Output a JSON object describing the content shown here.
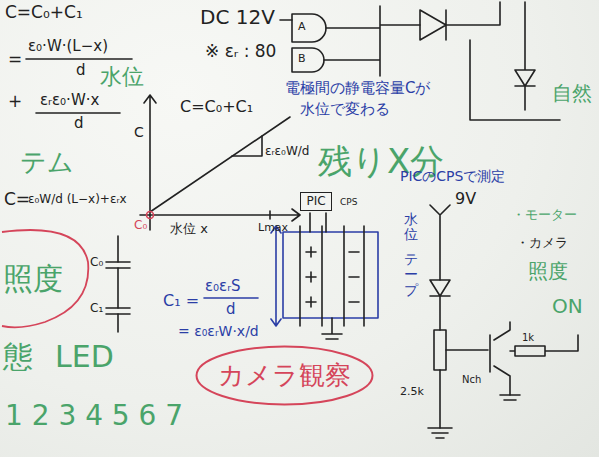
{
  "diagram": {
    "nodes": [
      {
        "text": [
          "PIC"
        ]
      },
      {
        "text": [
          "カメラ観察"
        ]
      }
    ],
    "labels": [
      "C=C₀+C₁",
      "=",
      "ε₀·W·(L−x)",
      "d",
      "+",
      "εᵣε₀·W·x",
      "d",
      "水位",
      "テム",
      "DC 12V",
      "※ εᵣ : 80",
      "C=C₀+C₁",
      "C",
      "εᵣε₀W/d",
      "C₀",
      "水位 x",
      "Lmax",
      "C=",
      "ε₀W/d (L−x)+εᵣx",
      "C₀",
      "C₁",
      "照度",
      "C₁ =",
      "ε₀εᵣS",
      "d",
      "= ε₀εᵣW·x/d",
      "態",
      "LED",
      "1 2 3 4 5 6 7",
      "残りX分",
      "電極間の静電容量Cが",
      "水位で変わる",
      "PICのCPSで測定",
      "9V",
      "水位",
      "テープ",
      "自然",
      "・モーター",
      "・カメラ",
      "照度",
      "ON",
      "Nch",
      "1k",
      "2.5k",
      "A",
      "B",
      "CPS"
    ]
  }
}
